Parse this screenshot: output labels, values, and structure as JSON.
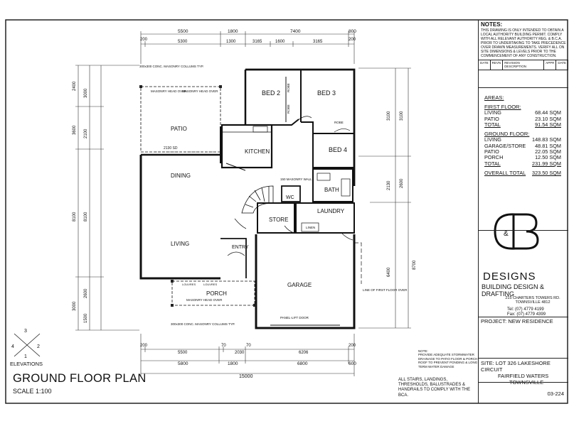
{
  "drawing": {
    "title": "GROUND FLOOR PLAN",
    "scale": "SCALE 1:100",
    "elevations_label": "ELEVATIONS",
    "elevation_numbers": [
      "3",
      "2",
      "1",
      "4"
    ]
  },
  "rooms": {
    "bed2": "BED 2",
    "bed3": "BED 3",
    "bed4": "BED 4",
    "patio": "PATIO",
    "kitchen": "KITCHEN",
    "dining": "DINING",
    "living": "LIVING",
    "store": "STORE",
    "laundry": "LAUNDRY",
    "bath": "BATH",
    "wc": "WC",
    "entry": "ENTRY",
    "porch": "PORCH",
    "garage": "GARAGE",
    "robe1": "ROBE",
    "robe2": "ROBE",
    "robe3": "ROBE",
    "linen": "LINEN",
    "panel_lift_door": "PANEL-LIFT DOOR",
    "first_floor_over": "LINE OF FIRST FLOOR OVER"
  },
  "annotations": {
    "masonry_head_over_1": "MASONRY HEAD OVER",
    "masonry_head_over_2": "MASONRY HEAD OVER",
    "masonry_head_over_3": "MASONRY HEAD OVER",
    "collums_top": "300x300 CONC. MASONRY COLLUMS TYP.",
    "collums_bottom": "300x300 CONC. MASONRY COLLUMS TYP.",
    "masonry_wall": "150 MASONRY WALL",
    "louvres1": "LOUVRES",
    "louvres2": "LOUVRES",
    "opening_2130": "2130 SD"
  },
  "dimensions": {
    "top_outer": [
      "5500",
      "1800",
      "7400",
      "800"
    ],
    "top_inner": [
      "200",
      "5300",
      "1300",
      "3165",
      "1600",
      "3165",
      "200"
    ],
    "bottom_inner": [
      "200",
      "5500",
      "70",
      "2030",
      "70",
      "6206",
      "200"
    ],
    "bottom_outer": [
      "5800",
      "1800",
      "6800",
      "600"
    ],
    "bottom_total": "15000",
    "left_outer": [
      "2400",
      "3600",
      "8100",
      "3000"
    ],
    "left_inner": [
      "3000",
      "2100",
      "8100",
      "2600",
      "1500"
    ],
    "right_outer": [
      "3100",
      "2600",
      "8700"
    ],
    "right_inner": [
      "3100",
      "2130",
      "6400"
    ]
  },
  "title_block": {
    "notes_heading": "NOTES:",
    "notes_text": "THIS DRAWING IS ONLY INTENDED TO OBTAIN A LOCAL AUTHORITY BUILDING PERMIT. COMPLY WITH ALL RELEVANT AUTHORITY REG. & B.C.A. PRIOR TO UNDERTAKING TO TAKE PRECEDENCE OVER DRAWN MEASUREMENTS. VERIFY ALL ON SITE DIMENSIONS & LEVELS PRIOR TO THE COMMENCEMENT OF ANY CONSTRUCTION.",
    "rev_headers": [
      "DATE",
      "REVN",
      "REVISION DESCRIPTION",
      "APPR",
      "DATE"
    ],
    "areas_heading": "AREAS:",
    "first_floor_heading": "FIRST FLOOR:",
    "first_floor": [
      {
        "label": "LIVING",
        "value": "68.44 SQM"
      },
      {
        "label": "PATIO",
        "value": "23.10 SQM"
      },
      {
        "label": "TOTAL",
        "value": "91.54 SQM"
      }
    ],
    "ground_floor_heading": "GROUND FLOOR:",
    "ground_floor": [
      {
        "label": "LIVING",
        "value": "148.83 SQM"
      },
      {
        "label": "GARAGE/STORE",
        "value": "48.81 SQM"
      },
      {
        "label": "PATIO",
        "value": "22.05 SQM"
      },
      {
        "label": "PORCH",
        "value": "12.50 SQM"
      },
      {
        "label": "TOTAL",
        "value": "231.99 SQM"
      }
    ],
    "overall_label": "OVERALL TOTAL",
    "overall_value": "323.50 SQM",
    "company_line1": "DESIGNS",
    "company_line2": "BUILDING DESIGN & DRAFTING",
    "address": "215 CHARTERS TOWERS RD. TOWNSVILLE 4812",
    "tel": "Tel: (07) 4779 4199",
    "fax": "Fax: (07) 4779 4399",
    "project": "PROJECT: NEW RESIDENCE",
    "site_line1": "SITE: LOT 326 LAKESHORE CIRCUIT",
    "site_line2": "FAIRFIELD WATERS",
    "site_line3": "TOWNSVILLE",
    "job_no": "03-224"
  },
  "notes_bottom": {
    "note_heading": "NOTE:",
    "note_text": "PROVIDE ADEQUATE STORMWATER DRAINAGE TO PATIO FLOOR & PORCH ROOF TO PREVENT PONDING & LONG TERM WATER DAMAGE",
    "stairs_text": "ALL STAIRS, LANDINGS, THRESHOLDS, BALUSTRADES & HANDRAILS TO COMPLY WITH THE BCA."
  }
}
